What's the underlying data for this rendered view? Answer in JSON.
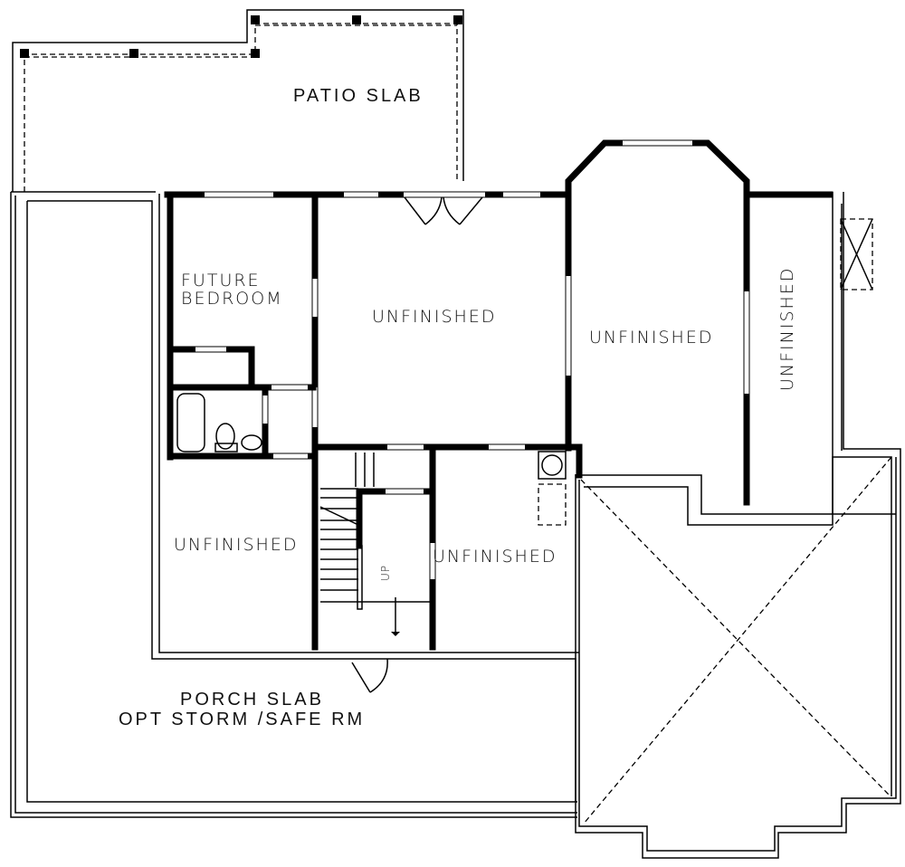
{
  "plan": {
    "type": "floor-plan",
    "level": "basement"
  },
  "rooms": {
    "patio": {
      "label": "PATIO SLAB"
    },
    "future_bedroom": {
      "line1": "FUTURE",
      "line2": "BEDROOM"
    },
    "unfinished_center": {
      "label": "UNFINISHED"
    },
    "unfinished_bay": {
      "label": "UNFINISHED"
    },
    "unfinished_right": {
      "label": "UNFINISHED"
    },
    "unfinished_lower_left": {
      "label": "UNFINISHED"
    },
    "unfinished_lower_mid": {
      "label": "UNFINISHED"
    },
    "porch": {
      "line1": "PORCH SLAB",
      "line2": "OPT STORM /SAFE RM"
    }
  },
  "stairs": {
    "direction_label": "UP"
  },
  "colors": {
    "line": "#000000",
    "background": "#ffffff"
  }
}
